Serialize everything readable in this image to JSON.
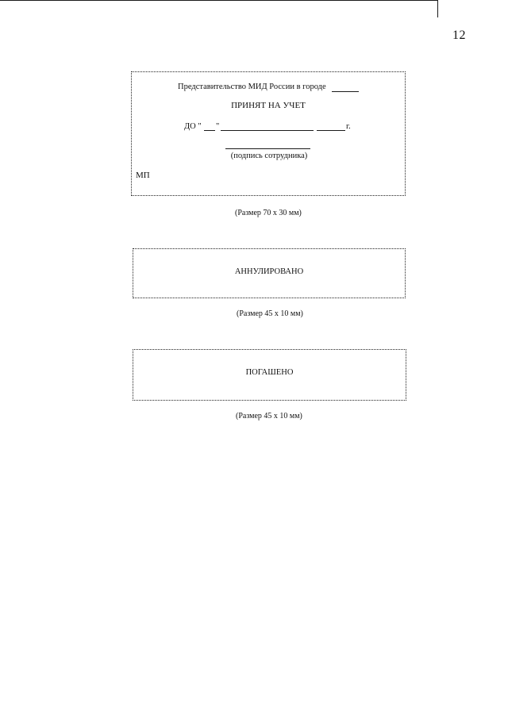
{
  "page": {
    "number": "12"
  },
  "stamp_registered": {
    "office_line": "Представительство МИД России в городе",
    "title": "ПРИНЯТ НА УЧЕТ",
    "until_prefix": "ДО \"",
    "until_quote_close": "\"",
    "until_suffix": "г.",
    "signature_caption": "(подпись сотрудника)",
    "seal_place": "МП",
    "size_caption": "(Размер 70 х 30 мм)"
  },
  "stamp_annulled": {
    "title": "АННУЛИРОВАНО",
    "size_caption": "(Размер 45 х 10 мм)"
  },
  "stamp_repaid": {
    "title": "ПОГАШЕНО",
    "size_caption": "(Размер 45 х 10 мм)"
  }
}
